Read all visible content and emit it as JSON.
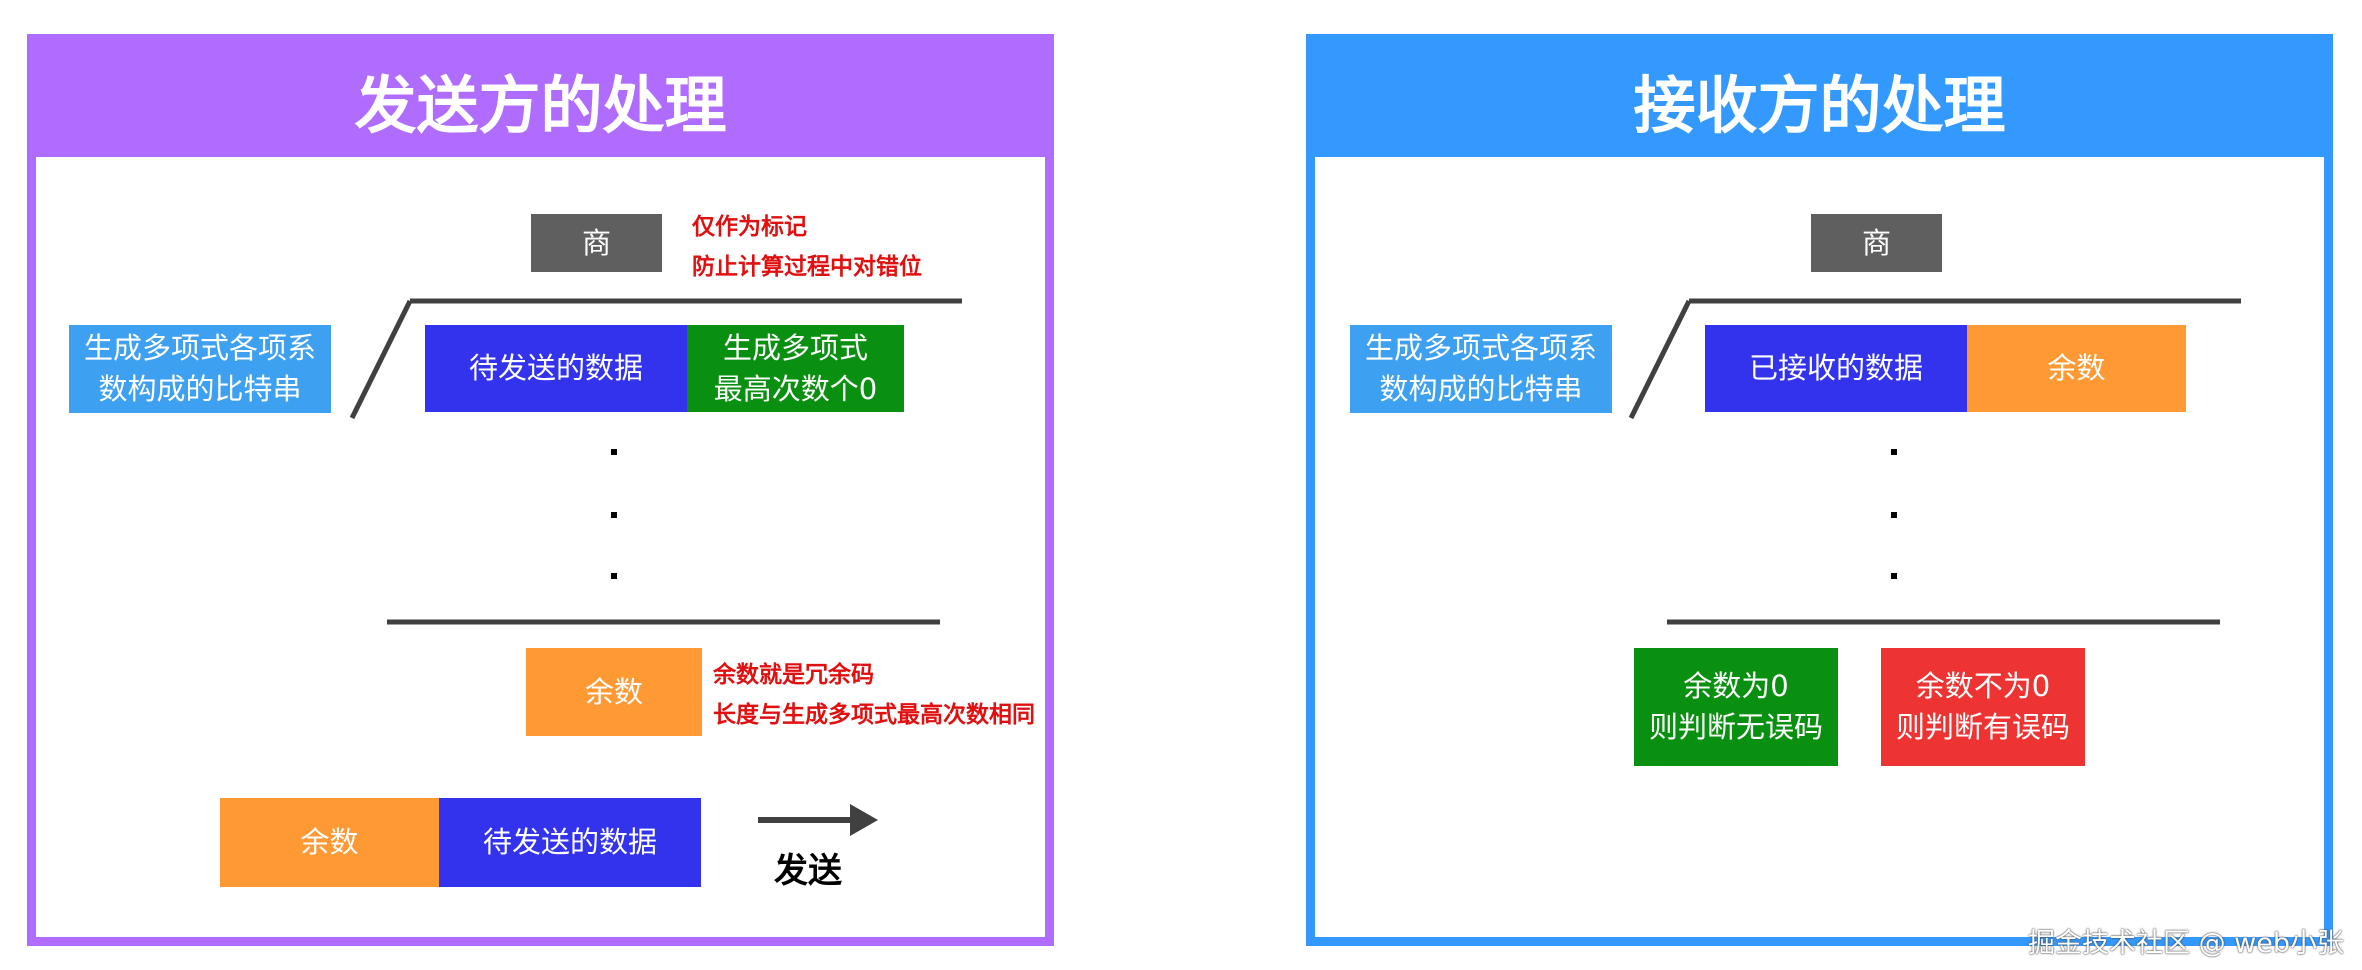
{
  "colors": {
    "purple": "#b06cff",
    "blue_frame": "#3399ff",
    "gray": "#5f5f5f",
    "light_blue": "#3ea0f0",
    "data_blue": "#3333ee",
    "green": "#0a9010",
    "orange": "#ff9933",
    "red": "#ee3333",
    "note_red": "#e01010",
    "line": "#404040"
  },
  "sender": {
    "title": "发送方的处理",
    "quotient": "商",
    "quotient_note": [
      "仅作为标记",
      "防止计算过程中对错位"
    ],
    "divisor": [
      "生成多项式各项系",
      "数构成的比特串"
    ],
    "data": "待发送的数据",
    "zeros": [
      "生成多项式",
      "最高次数个0"
    ],
    "remainder": "余数",
    "remainder_note": [
      "余数就是冗余码",
      "长度与生成多项式最高次数相同"
    ],
    "frame_remainder": "余数",
    "frame_data": "待发送的数据",
    "send": "发送"
  },
  "receiver": {
    "title": "接收方的处理",
    "quotient": "商",
    "divisor": [
      "生成多项式各项系",
      "数构成的比特串"
    ],
    "data": "已接收的数据",
    "remainder": "余数",
    "result_ok": [
      "余数为0",
      "则判断无误码"
    ],
    "result_err": [
      "余数不为0",
      "则判断有误码"
    ]
  },
  "watermark": "掘金技术社区 @ web小张"
}
